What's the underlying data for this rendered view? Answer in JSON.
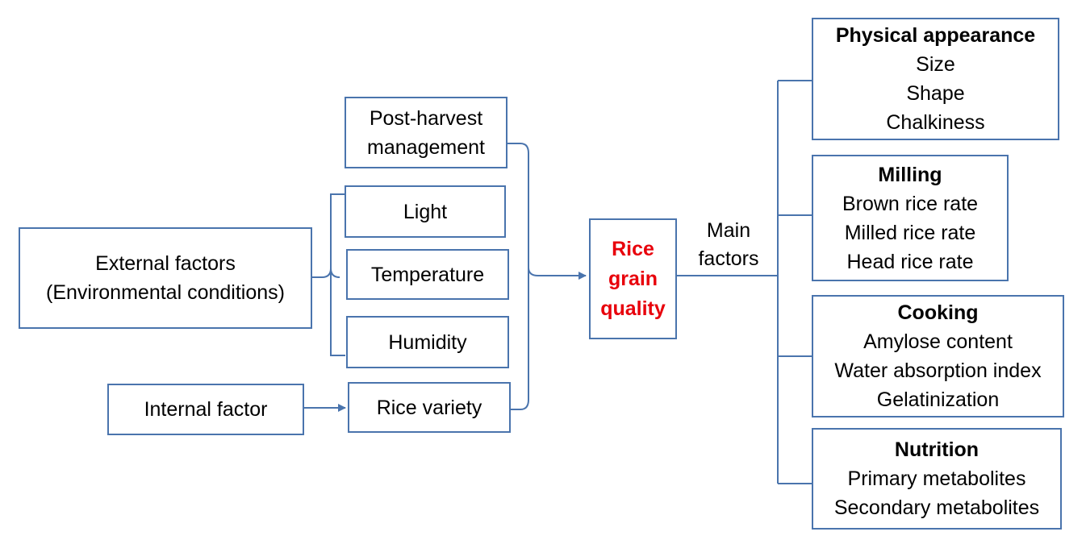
{
  "colors": {
    "box_border": "#4a74ad",
    "connector": "#4a74ad",
    "center_text": "#e8000b"
  },
  "post_harvest": {
    "line1": "Post-harvest",
    "line2": "management"
  },
  "external": {
    "line1": "External factors",
    "line2": "(Environmental conditions)"
  },
  "light": {
    "label": "Light"
  },
  "temperature": {
    "label": "Temperature"
  },
  "humidity": {
    "label": "Humidity"
  },
  "internal": {
    "label": "Internal factor"
  },
  "variety": {
    "label": "Rice variety"
  },
  "center": {
    "line1": "Rice",
    "line2": "grain",
    "line3": "quality"
  },
  "main_factors": {
    "line1": "Main",
    "line2": "factors"
  },
  "physical": {
    "title": "Physical appearance",
    "items": [
      "Size",
      "Shape",
      "Chalkiness"
    ]
  },
  "milling": {
    "title": "Milling",
    "items": [
      "Brown rice rate",
      "Milled rice rate",
      "Head rice rate"
    ]
  },
  "cooking": {
    "title": "Cooking",
    "items": [
      "Amylose content",
      "Water absorption index",
      "Gelatinization"
    ]
  },
  "nutrition": {
    "title": "Nutrition",
    "items": [
      "Primary metabolites",
      "Secondary metabolites"
    ]
  }
}
